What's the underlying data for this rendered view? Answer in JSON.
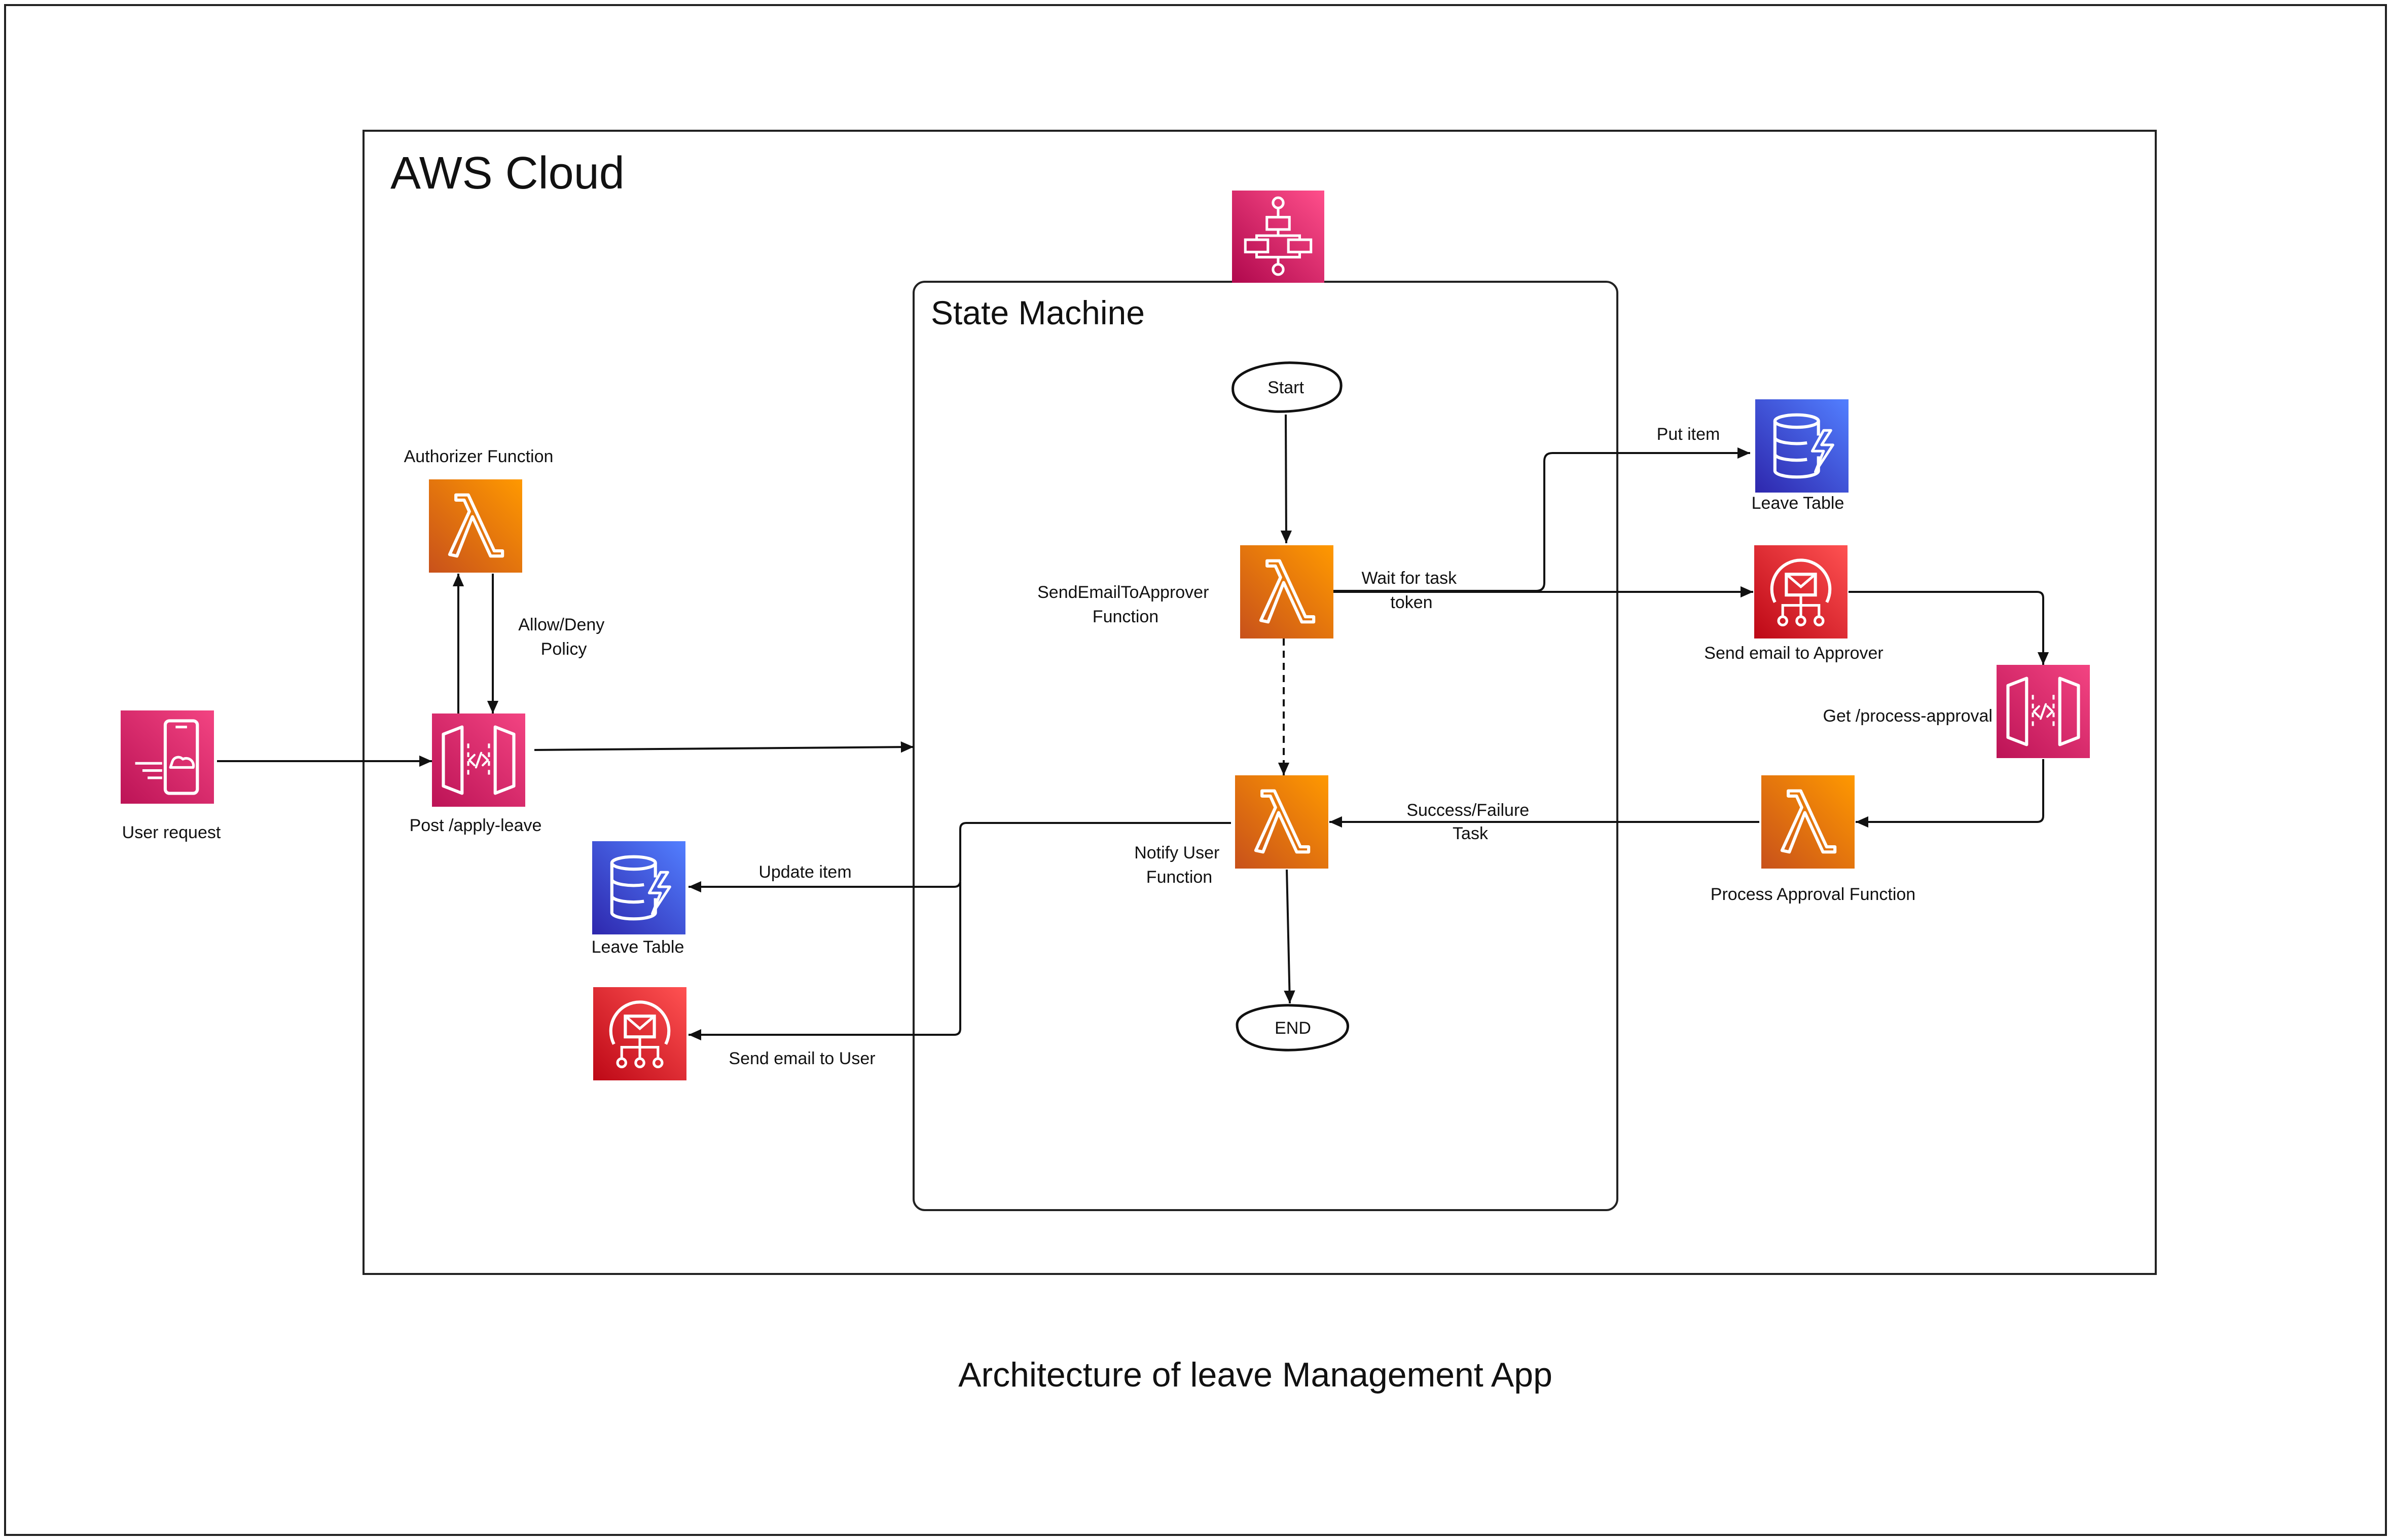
{
  "diagram": {
    "containers": {
      "aws_cloud": "AWS Cloud",
      "state_machine": "State Machine"
    },
    "caption": "Architecture of leave Management App",
    "nodes": {
      "user_request": "User request",
      "authorizer": "Authorizer Function",
      "api_apply": "Post /apply-leave",
      "leave_table_left": "Leave Table",
      "start": "Start",
      "send_email_fn": [
        "SendEmailToApprover",
        "Function"
      ],
      "notify_fn": [
        "Notify User",
        "Function"
      ],
      "end": "END",
      "leave_table_right": "Leave Table",
      "ses_approver": "Send email to Approver",
      "api_process": "Get /process-approval",
      "process_fn": "Process Approval Function"
    },
    "edges": {
      "allow_deny": [
        "Allow/Deny",
        "Policy"
      ],
      "update_item": "Update item",
      "send_email_user": "Send email to User",
      "wait_token": [
        "Wait for task",
        "token"
      ],
      "put_item": "Put item",
      "success_failure": [
        "Success/Failure",
        "Task"
      ]
    }
  },
  "icons": {
    "lambda": "lambda-icon",
    "api_gateway": "api-gateway-icon",
    "dynamodb": "dynamodb-icon",
    "ses": "ses-email-icon",
    "step_functions": "step-functions-icon",
    "mobile_client": "mobile-client-icon"
  },
  "colors": {
    "lambda": [
      "#C8511B",
      "#FF9900"
    ],
    "api_gateway": [
      "#BC1356",
      "#F34482"
    ],
    "dynamodb": [
      "#2E27AD",
      "#527FFF"
    ],
    "ses": [
      "#BD0816",
      "#FF5252"
    ],
    "step_functions": [
      "#B0084D",
      "#FF4F8B"
    ],
    "line": "#111111"
  }
}
